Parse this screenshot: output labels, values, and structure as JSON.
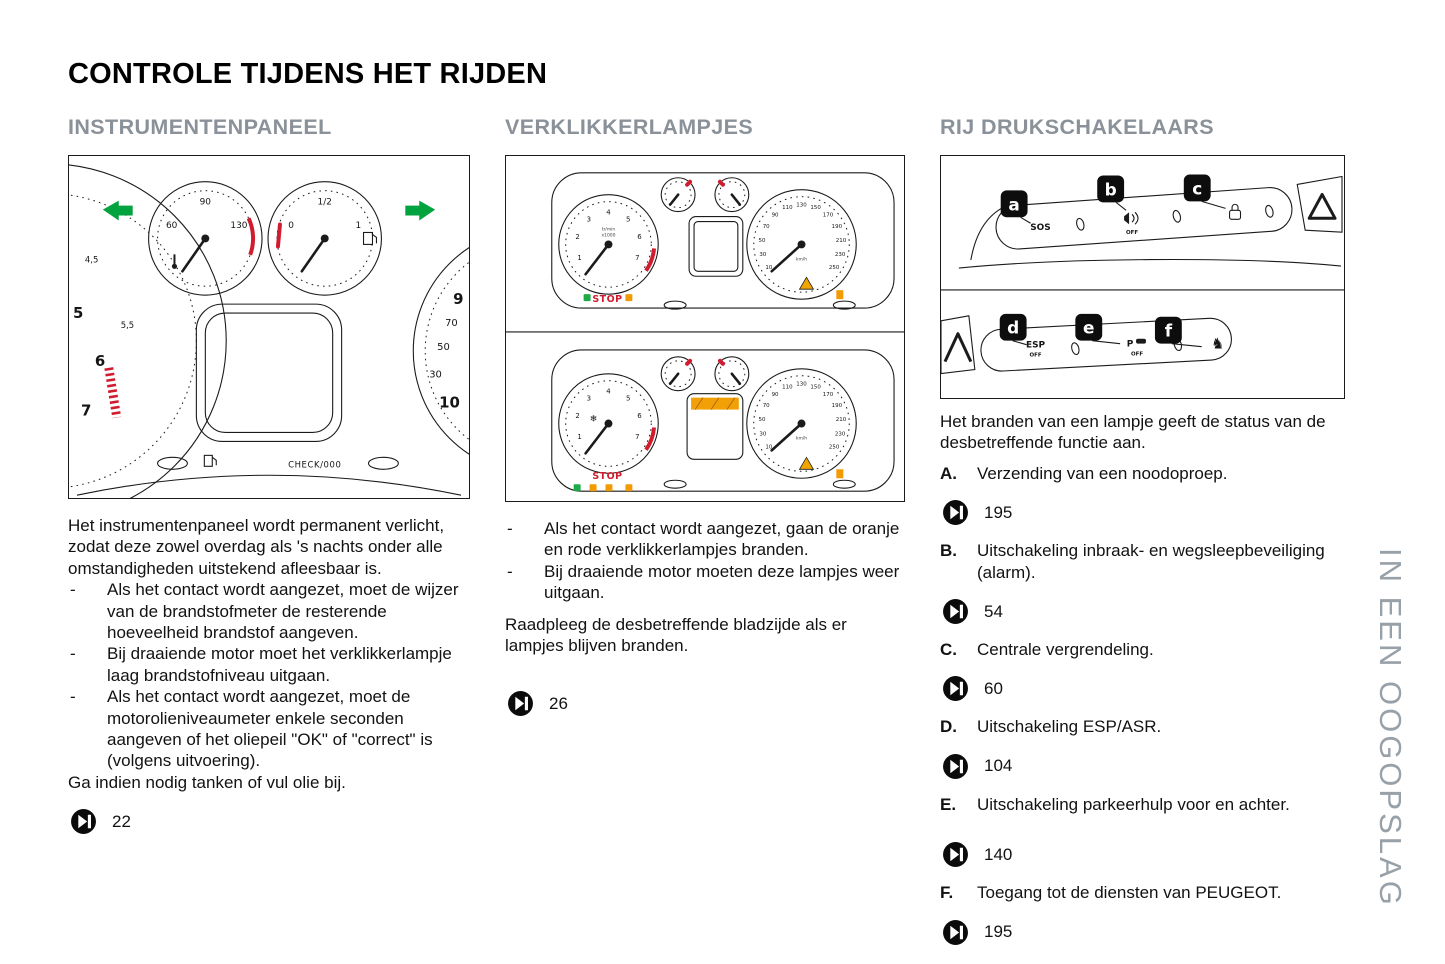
{
  "page": {
    "title": "CONTROLE TIJDENS HET RIJDEN",
    "side_tab": "IN EEN OOGOPSLAG"
  },
  "bullet_char": "-",
  "instrument": {
    "heading": "INSTRUMENTENPANEEL",
    "intro": "Het instrumentenpaneel wordt permanent verlicht, zodat deze zowel overdag als 's nachts onder alle omstandigheden uitstekend afleesbaar is.",
    "bullets": [
      "Als het contact wordt aangezet, moet de wijzer van de brandstofmeter de resterende hoeveelheid brandstof aangeven.",
      "Bij draaiende motor moet het verklikkerlampje laag brandstofniveau uitgaan.",
      "Als het contact wordt aangezet, moet de motorolieniveaumeter enkele seconden aangeven of het oliepeil \"OK\" of \"correct\" is (volgens uitvoering)."
    ],
    "closing": "Ga indien nodig tanken of vul olie bij.",
    "page_ref": "22"
  },
  "lamps": {
    "heading": "VERKLIKKERLAMPJES",
    "bullets": [
      "Als het contact wordt aangezet, gaan de oranje en rode verklikkerlampjes branden.",
      "Bij draaiende motor moeten deze lampjes weer uitgaan."
    ],
    "note": "Raadpleeg de desbetreffende bladzijde als er lampjes blijven branden.",
    "page_ref": "26"
  },
  "switches": {
    "heading": "RIJ DRUKSCHAKELAARS",
    "intro": "Het branden van een lampje geeft de status van de desbetreffende functie aan.",
    "items": [
      {
        "letter": "A.",
        "text": "Verzending van een noodoproep.",
        "page": "195"
      },
      {
        "letter": "B.",
        "text": "Uitschakeling inbraak- en wegsleepbeveiliging (alarm).",
        "page": "54"
      },
      {
        "letter": "C.",
        "text": "Centrale vergrendeling.",
        "page": "60"
      },
      {
        "letter": "D.",
        "text": "Uitschakeling ESP/ASR.",
        "page": "104"
      },
      {
        "letter": "E.",
        "text": "Uitschakeling parkeerhulp voor en achter.",
        "page": "140"
      },
      {
        "letter": "F.",
        "text": "Toegang tot de diensten van PEUGEOT.",
        "page": "195"
      }
    ]
  },
  "fig_instrument": {
    "left_dial_small": [
      "4,5",
      "5,5"
    ],
    "left_dial_big": [
      "5",
      "6",
      "7"
    ],
    "right_dial": [
      "9",
      "70",
      "50",
      "30",
      "10"
    ],
    "temp_dial": [
      "60",
      "90",
      "130"
    ],
    "fuel_dial": [
      "0",
      "1/2",
      "1"
    ],
    "check_label": "CHECK/000"
  },
  "fig_cluster": {
    "tach": [
      "1",
      "2",
      "3",
      "4",
      "5",
      "6",
      "7"
    ],
    "speed": [
      "10",
      "30",
      "50",
      "70",
      "90",
      "110",
      "130",
      "150",
      "170",
      "190",
      "210",
      "230",
      "250"
    ],
    "stop": "STOP",
    "tach_unit": "tr/min",
    "tach_scale": "x1000",
    "speed_unit": "km/h",
    "snow_glyph": "❄"
  },
  "fig_switches": {
    "badges_top": [
      "a",
      "b",
      "c"
    ],
    "badges_bottom": [
      "d",
      "e",
      "f"
    ],
    "sos": "SOS",
    "off": "OFF",
    "esp": "ESP",
    "park": "P",
    "lion_glyph": "♞"
  }
}
